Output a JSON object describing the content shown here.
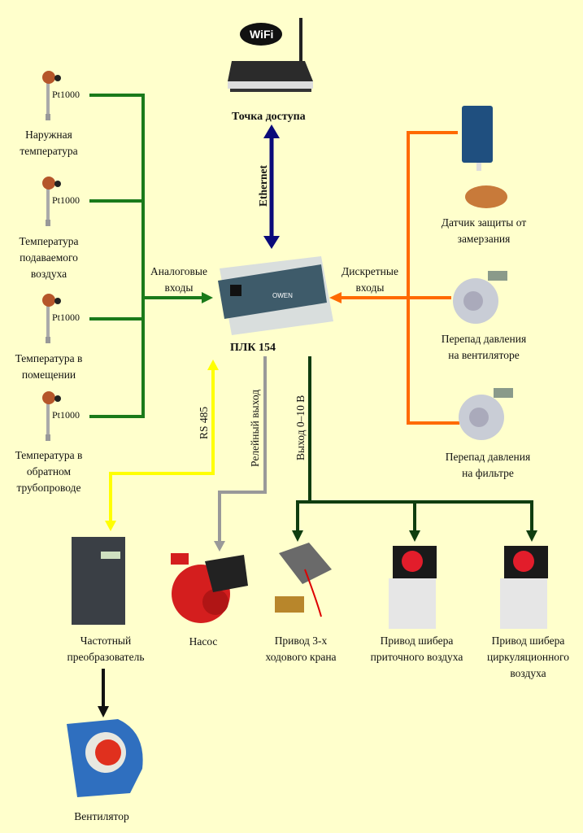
{
  "access_point": {
    "label": "Точка доступа",
    "icon": "wifi-router-icon",
    "badge": "WiFi"
  },
  "ethernet": {
    "label": "Ethernet",
    "color": "#0a0a7a"
  },
  "plc": {
    "label": "ПЛК 154",
    "icon": "plc-controller-icon"
  },
  "analog_inputs": {
    "label_line1": "Аналоговые",
    "label_line2": "входы",
    "color": "#1a7a1a"
  },
  "discrete_inputs": {
    "label_line1": "Дискретные",
    "label_line2": "входы",
    "color": "#ff6a00"
  },
  "sensors": [
    {
      "type": "Pt1000",
      "line1": "Наружная",
      "line2": "температура",
      "line3": ""
    },
    {
      "type": "Pt1000",
      "line1": "Температура",
      "line2": "подаваемого",
      "line3": "воздуха"
    },
    {
      "type": "Pt1000",
      "line1": "Температура в",
      "line2": "помещении",
      "line3": ""
    },
    {
      "type": "Pt1000",
      "line1": "Температура в",
      "line2": "обратном",
      "line3": "трубопроводе"
    }
  ],
  "discrete_devices": [
    {
      "line1": "Датчик защиты от",
      "line2": "замерзания"
    },
    {
      "line1": "Перепад давления",
      "line2": "на вентиляторе"
    },
    {
      "line1": "Перепад давления",
      "line2": "на фильтре"
    }
  ],
  "outputs": {
    "rs485": {
      "label": "RS 485",
      "color": "#ffff00"
    },
    "relay": {
      "label": "Релейный выход",
      "color": "#999999"
    },
    "analog": {
      "label": "Выход 0–10 В",
      "color": "#0f3d0f"
    }
  },
  "actuators": [
    {
      "line1": "Частотный",
      "line2": "преобразователь",
      "line3": ""
    },
    {
      "line1": "Насос",
      "line2": "",
      "line3": ""
    },
    {
      "line1": "Привод 3-х",
      "line2": "ходового крана",
      "line3": ""
    },
    {
      "line1": "Привод шибера",
      "line2": "приточного воздуха",
      "line3": ""
    },
    {
      "line1": "Привод шибера",
      "line2": "циркуляционного",
      "line3": "воздуха"
    }
  ],
  "fan": {
    "label": "Вентилятор"
  }
}
